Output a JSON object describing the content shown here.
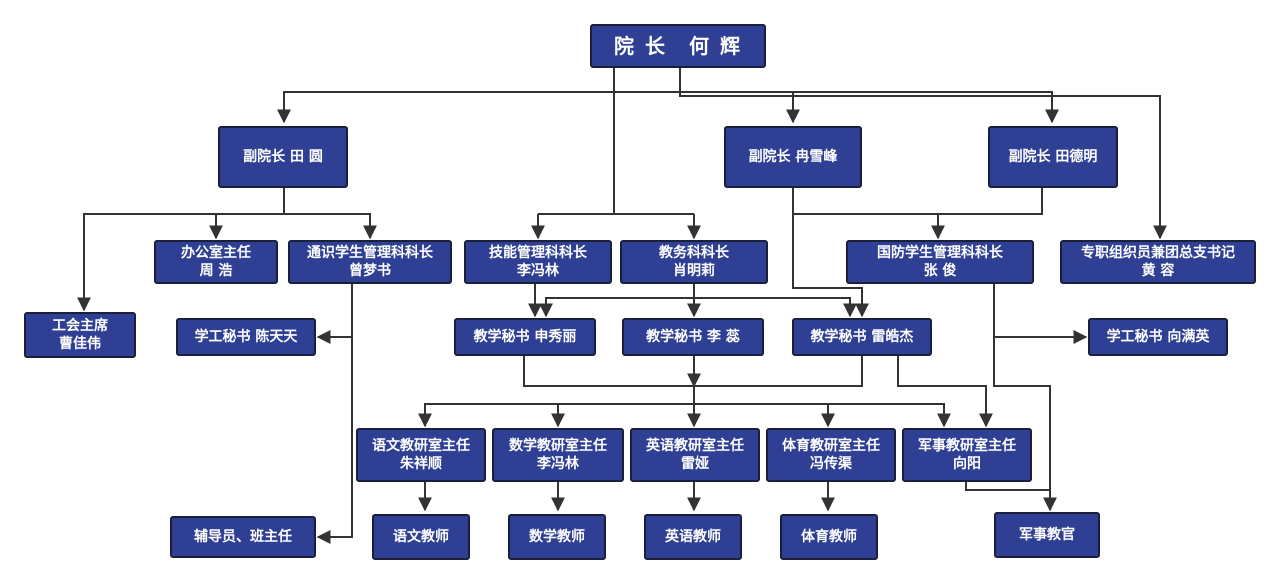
{
  "nodes": {
    "president": {
      "l1": "院 长　何 辉"
    },
    "vp_tian_yuan": {
      "l1": "副院长 田 圆"
    },
    "vp_ran": {
      "l1": "副院长 冉雪峰"
    },
    "vp_tian_deming": {
      "l1": "副院长 田德明"
    },
    "union_chair": {
      "l1": "工会主席",
      "l2": "曹佳伟"
    },
    "office_director": {
      "l1": "办公室主任",
      "l2": "周 浩"
    },
    "general_student_section": {
      "l1": "通识学生管理科科长",
      "l2": "曾梦书"
    },
    "skills_section": {
      "l1": "技能管理科科长",
      "l2": "李冯林"
    },
    "academic_section": {
      "l1": "教务科科长",
      "l2": "肖明莉"
    },
    "defense_student_section": {
      "l1": "国防学生管理科科长",
      "l2": "张 俊"
    },
    "league_secretary": {
      "l1": "专职组织员兼团总支书记",
      "l2": "黄 容"
    },
    "student_secretary_chen": {
      "l1": "学工秘书 陈天天"
    },
    "teaching_secretary_shen": {
      "l1": "教学秘书 申秀丽"
    },
    "teaching_secretary_li": {
      "l1": "教学秘书 李 蕊"
    },
    "teaching_secretary_lei": {
      "l1": "教学秘书 雷皓杰"
    },
    "student_secretary_xiang": {
      "l1": "学工秘书 向满英"
    },
    "chinese_office": {
      "l1": "语文教研室主任",
      "l2": "朱祥顺"
    },
    "math_office": {
      "l1": "数学教研室主任",
      "l2": "李冯林"
    },
    "english_office": {
      "l1": "英语教研室主任",
      "l2": "雷娅"
    },
    "pe_office": {
      "l1": "体育教研室主任",
      "l2": "冯传渠"
    },
    "military_office": {
      "l1": "军事教研室主任",
      "l2": "向阳"
    },
    "counselors": {
      "l1": "辅导员、班主任"
    },
    "chinese_teachers": {
      "l1": "语文教师"
    },
    "math_teachers": {
      "l1": "数学教师"
    },
    "english_teachers": {
      "l1": "英语教师"
    },
    "pe_teachers": {
      "l1": "体育教师"
    },
    "military_instructors": {
      "l1": "军事教官"
    }
  },
  "colors": {
    "box_fill": "#2f3f94",
    "box_border": "#1a1f3a",
    "text": "#ffffff",
    "line": "#333333"
  }
}
